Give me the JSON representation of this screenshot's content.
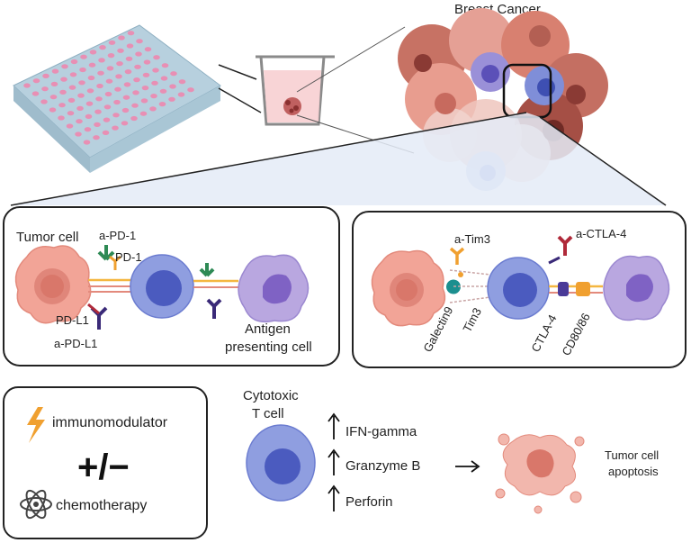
{
  "top": {
    "breast_cancer_label": "Breast Cancer"
  },
  "left_panel": {
    "tumor_cell_label": "Tumor cell",
    "a_pd1_label": "a-PD-1",
    "pd1_label": "PD-1",
    "pdl1_label": "PD-L1",
    "a_pdl1_label": "a-PD-L1",
    "apc_label_line1": "Antigen",
    "apc_label_line2": "presenting cell"
  },
  "right_panel": {
    "a_tim3_label": "a-Tim3",
    "a_ctla4_label": "a-CTLA-4",
    "galectin9_label": "Galectin9",
    "tim3_label": "Tim3",
    "ctla4_label": "CTLA-4",
    "cd8086_label": "CD80/86"
  },
  "bottom_left": {
    "immunomodulator_label": "immunomodulator",
    "plus_minus": "+/−",
    "chemotherapy_label": "chemotherapy"
  },
  "bottom_right": {
    "tcell_label_line1": "Cytotoxic",
    "tcell_label_line2": "T cell",
    "outputs": [
      "IFN-gamma",
      "Granzyme B",
      "Perforin"
    ],
    "result_line1": "Tumor cell",
    "result_line2": "apoptosis"
  },
  "colors": {
    "tumor": "#f2a497",
    "tumor_nucleus": "#d9776a",
    "tcell": "#8f9ee0",
    "tcell_nucleus": "#4b5bbf",
    "apc": "#b9a7e0",
    "apc_nucleus": "#7f62c4",
    "plate": "#c7dbe6",
    "well": "#e88fb4",
    "orange": "#f0a030",
    "green": "#3a9a5a",
    "dark_purple": "#3a2a78",
    "dark_red": "#b02a3a"
  }
}
